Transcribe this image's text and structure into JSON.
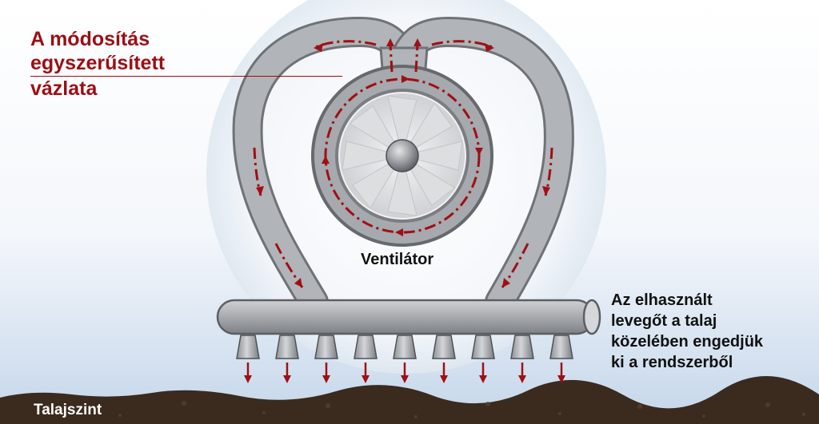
{
  "title": {
    "lines": [
      "A módosítás",
      "egyszerűsített",
      "vázlata"
    ],
    "color": "#9b0f14"
  },
  "fan_label": "Ventilátor",
  "outlet_note": {
    "lines": [
      "Az elhasznált",
      "levegőt a talaj",
      "közelében engedjük",
      "ki a rendszerből"
    ]
  },
  "ground_label": "Talajszint",
  "colors": {
    "arrow": "#a00f14",
    "duct": "#a9acb0",
    "soil": "#3b2a1e",
    "sky_top": "#ffffff",
    "sky_bottom": "#c6d7ea"
  },
  "nozzle_count": 9
}
